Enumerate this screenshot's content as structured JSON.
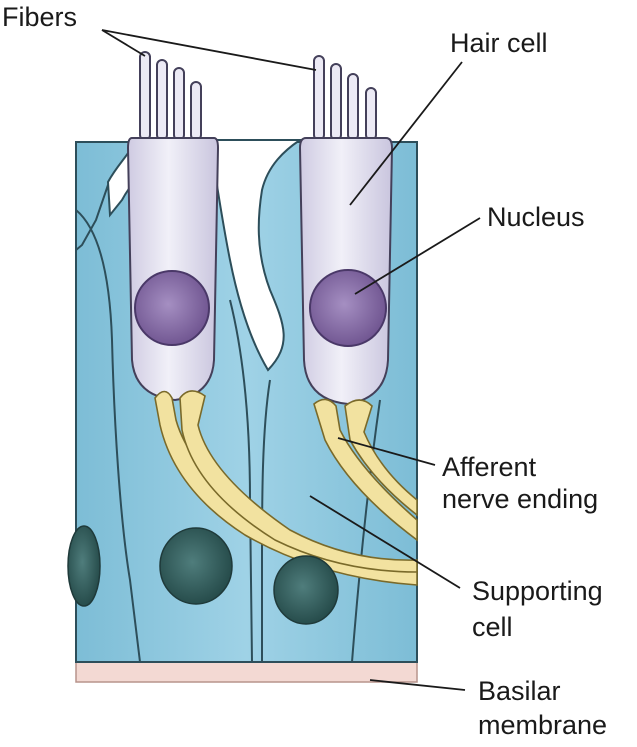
{
  "labels": {
    "fibers": "Fibers",
    "hair_cell": "Hair cell",
    "nucleus": "Nucleus",
    "afferent_line1": "Afferent",
    "afferent_line2": "nerve ending",
    "supporting_line1": "Supporting",
    "supporting_line2": "cell",
    "basilar_line1": "Basilar",
    "basilar_line2": "membrane"
  },
  "colors": {
    "supporting_cell": "#8ec8df",
    "supporting_outline": "#2d4e5a",
    "hair_cell": "#e4e2f0",
    "hair_nucleus": "#8a6fa8",
    "support_nucleus": "#2f5a5a",
    "nerve": "#f2e2a0",
    "basilar_membrane": "#f3d9d3",
    "leader_line": "#1a1a1a"
  }
}
